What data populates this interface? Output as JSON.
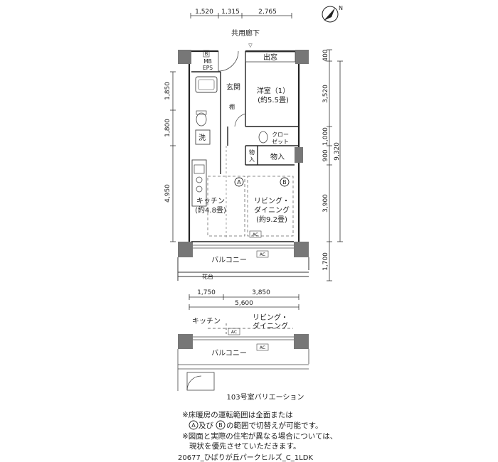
{
  "top_dims": [
    "1,520",
    "1,315",
    "2,765"
  ],
  "corridor_label": "共用廊下",
  "mb_eps": {
    "mark": "B",
    "line1": "MB",
    "line2": "EPS"
  },
  "demado": "出窓",
  "genkan": "玄関",
  "tana": "棚",
  "yoshitsu_name": "洋室（1）",
  "yoshitsu_size": "(約5.5畳)",
  "sen": "洗",
  "closet_1": "クロー",
  "closet_2": "ゼット",
  "monoire_1": "物",
  "monoire_2": "入",
  "monoire_label": "物入",
  "mark_a": "A",
  "mark_b": "B",
  "kitchen_name": "キッチン",
  "kitchen_size": "(約4.8畳)",
  "living_name_1": "リビング・",
  "living_name_2": "ダイニング",
  "living_size": "(約9.2畳)",
  "ac_label": "AC",
  "balcony_label": "バルコニー",
  "kadai_label": "花台",
  "left_dims": [
    "1,850",
    "1,800",
    "4,950"
  ],
  "right_dims": [
    "400",
    "3,520",
    "1,000",
    "900",
    "3,900",
    "1,700"
  ],
  "right_total": "9,320",
  "bottom_dims": [
    "1,750",
    "3,850"
  ],
  "bottom_total": "5,600",
  "variation_kitchen": "キッチン",
  "variation_living_1": "リビング・",
  "variation_living_2": "ダイニング",
  "variation_balcony": "バルコニー",
  "variation_caption": "103号室バリエーション",
  "notes": [
    "※床暖房の運転範囲は全面または",
    "の範囲で切替えが可能です。",
    "※図面と実際の住宅が異なる場合については、",
    "現状を優先させていただきます。"
  ],
  "note_and": "及び",
  "compass_letter": "N",
  "footer_code": "20677_ひばりが丘パークヒルズ_C_1LDK"
}
